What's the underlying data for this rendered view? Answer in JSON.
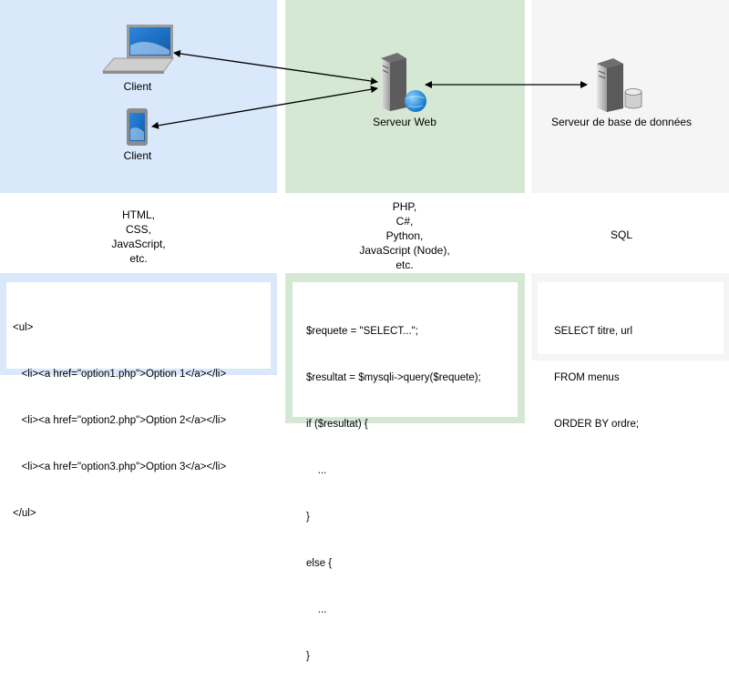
{
  "client": {
    "laptop_label": "Client",
    "phone_label": "Client",
    "technologies": [
      "HTML,",
      "CSS,",
      "JavaScript,",
      "etc."
    ],
    "code": [
      "<ul>",
      "   <li><a href=\"option1.php\">Option 1</a></li>",
      "   <li><a href=\"option2.php\">Option 2</a></li>",
      "   <li><a href=\"option3.php\">Option 3</a></li>",
      "</ul>"
    ]
  },
  "web_server": {
    "label": "Serveur Web",
    "technologies": [
      "PHP,",
      "C#,",
      "Python,",
      "JavaScript (Node),",
      "etc."
    ],
    "code": [
      "$requete = \"SELECT...\";",
      "$resultat = $mysqli->query($requete);",
      "if ($resultat) {",
      "    ...",
      "}",
      "else {",
      "    ...",
      "}"
    ]
  },
  "db_server": {
    "label": "Serveur de base de données",
    "technologies": [
      "SQL"
    ],
    "code": [
      "SELECT titre, url",
      "FROM menus",
      "ORDER BY ordre;"
    ]
  },
  "icons": {
    "laptop": "laptop-icon",
    "phone": "smartphone-icon",
    "web_server": "web-server-icon",
    "db_server": "database-server-icon"
  },
  "colors": {
    "client_panel": "#dae8fc",
    "web_panel": "#d5e8d4",
    "db_panel": "#f5f5f5",
    "device_blue": "#1a6fc4"
  }
}
